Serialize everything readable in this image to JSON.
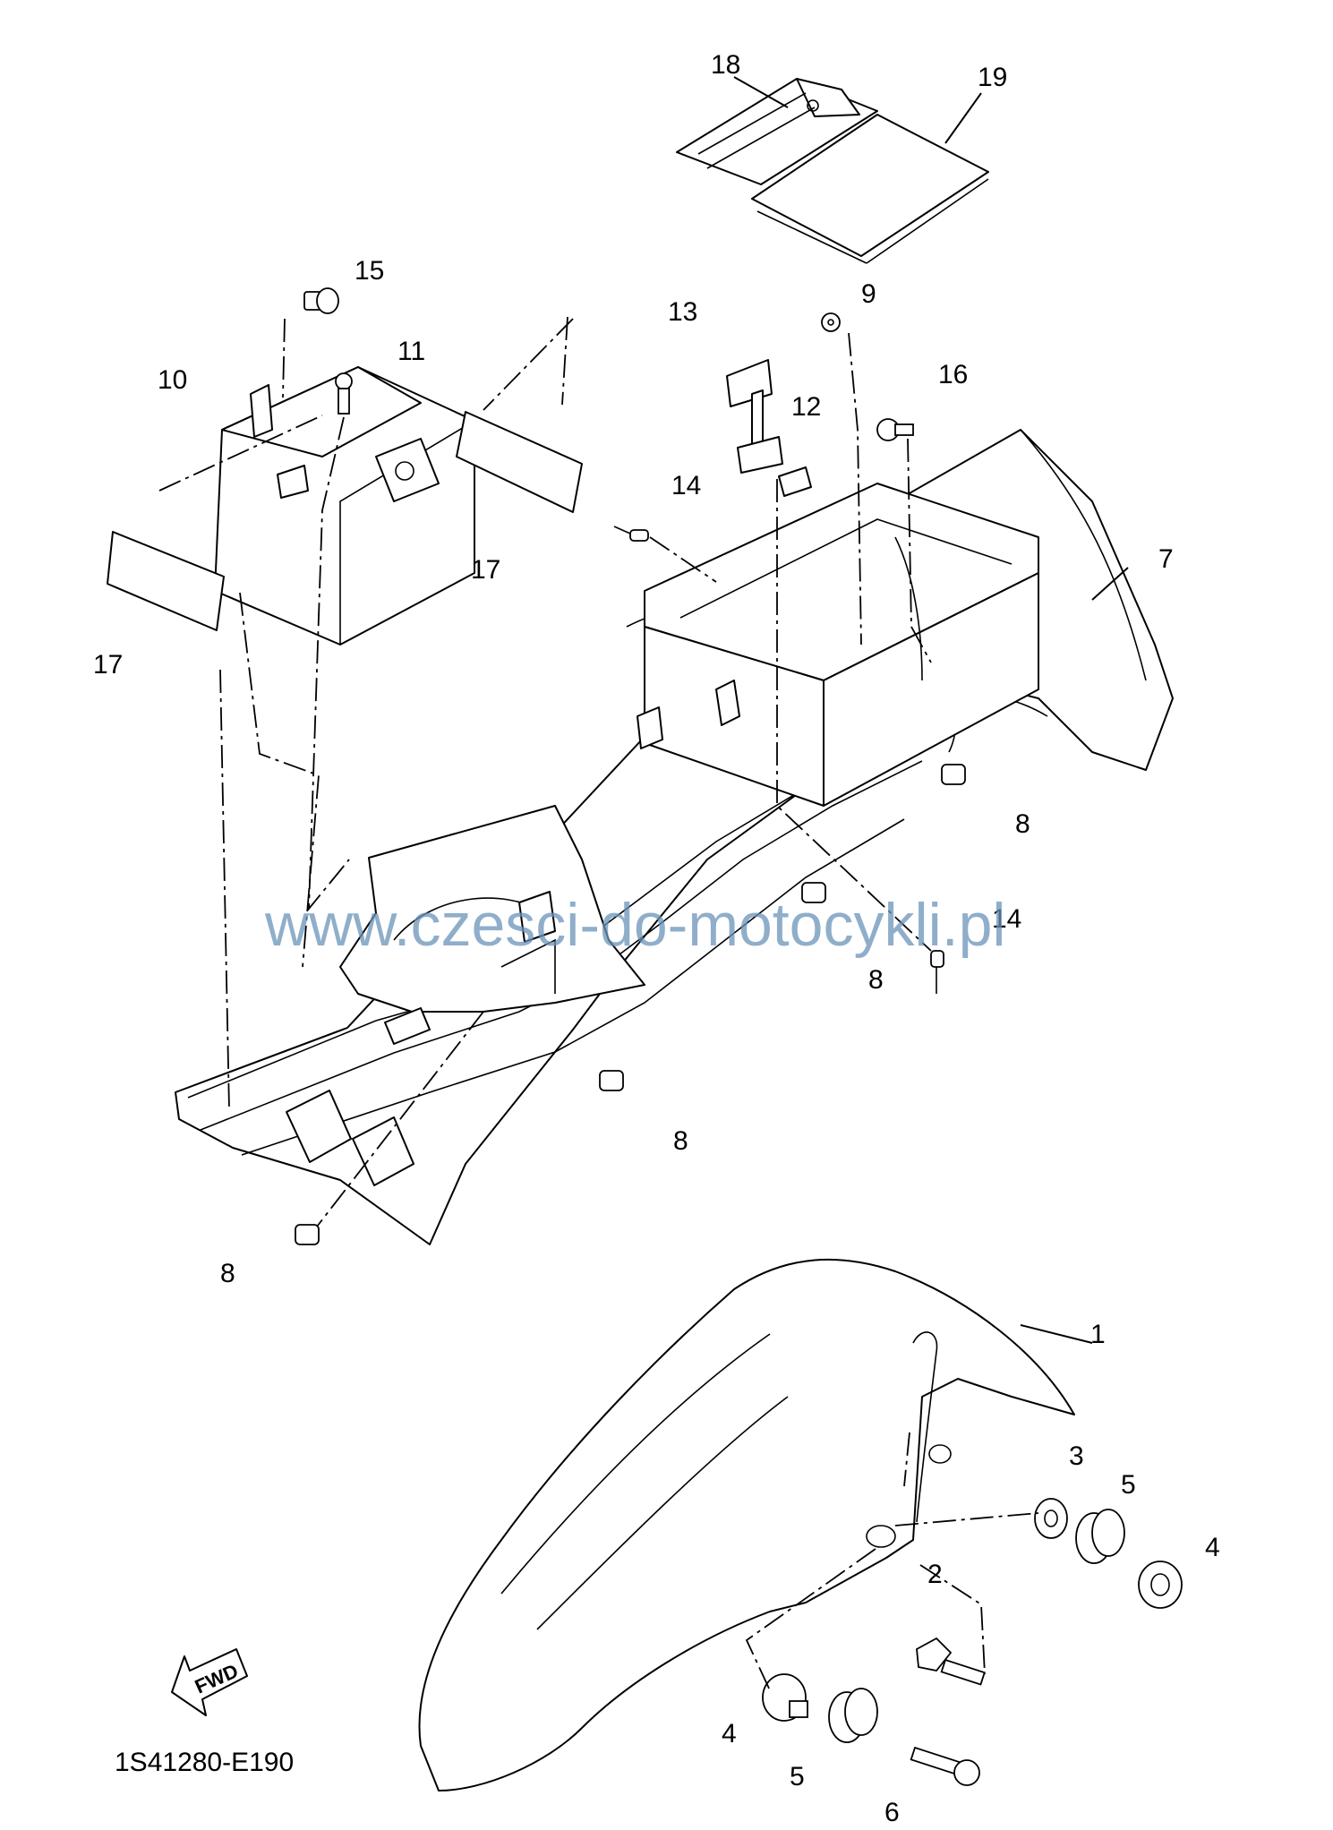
{
  "diagram_code": "1S41280-E190",
  "watermark": "www.czesci-do-motocykli.pl",
  "direction_label": "FWD",
  "callouts": [
    "1",
    "2",
    "3",
    "4",
    "4",
    "5",
    "5",
    "6",
    "7",
    "8",
    "8",
    "8",
    "8",
    "9",
    "10",
    "11",
    "12",
    "13",
    "14",
    "14",
    "15",
    "16",
    "17",
    "17",
    "18",
    "19"
  ],
  "colors": {
    "line": "#000000",
    "background": "#ffffff",
    "watermark": "#6a93b8"
  }
}
